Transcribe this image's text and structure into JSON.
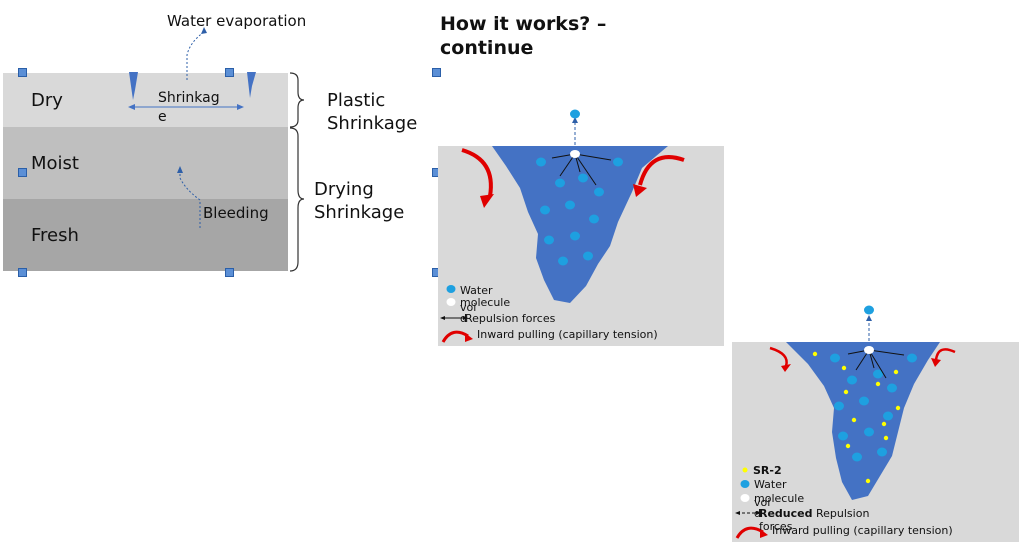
{
  "heading": "How it works? – continue",
  "left_diagram": {
    "water_evaporation": "Water evaporation",
    "shrinkage_top": "Shrinkag",
    "shrinkage_bottom": "e",
    "layers": {
      "dry": "Dry",
      "moist": "Moist",
      "fresh": "Fresh"
    },
    "bleeding": "Bleeding",
    "plastic_shrinkage_1": "Plastic",
    "plastic_shrinkage_2": "Shrinkage",
    "drying_shrinkage_1": "Drying",
    "drying_shrinkage_2": "Shrinkage",
    "colors": {
      "dry": "#d9d9d9",
      "moist": "#bfbfbf",
      "fresh": "#a6a6a6"
    }
  },
  "pore_legend_1": {
    "water_line1": "Water",
    "water_line2": "molecule",
    "void_line1": "voi",
    "void_line2": "d",
    "repulsion": "Repulsion forces",
    "inward": "Inward pulling (capillary tension)"
  },
  "pore_legend_2": {
    "sr2": "SR-2",
    "water_line1": "Water",
    "water_line2": "molecule",
    "void_line1": "voi",
    "void_line2": "d",
    "reduced_bold": "Reduced",
    "reduced_rest": " Repulsion",
    "forces": "forces",
    "inward": "Inward pulling (capillary tension)"
  },
  "colors": {
    "water": "#1ea0e0",
    "pore": "#4472c4",
    "arrow_red": "#e00000",
    "sr2": "#ffff00",
    "panel": "#d9d9d9"
  }
}
